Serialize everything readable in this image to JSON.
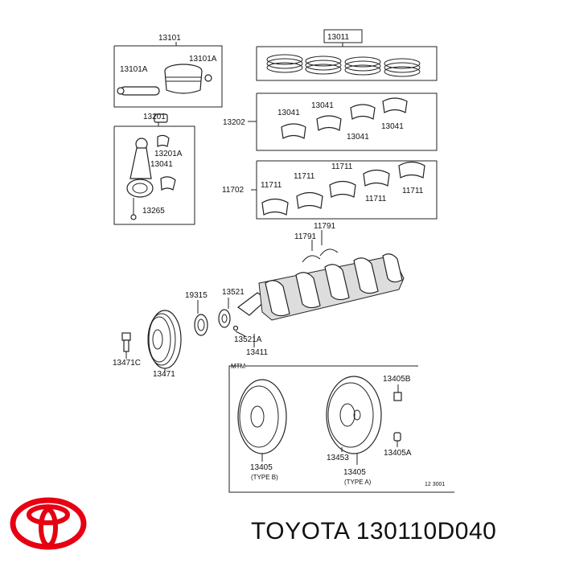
{
  "parts": {
    "p13011": "13011",
    "p13101": "13101",
    "p13101a_l": "13101A",
    "p13101a_r": "13101A",
    "p13201": "13201",
    "p13201a": "13201A",
    "p13041_rod": "13041",
    "p13265": "13265",
    "p13202": "13202",
    "p13041_a": "13041",
    "p13041_b": "13041",
    "p13041_c": "13041",
    "p13041_d": "13041",
    "p11702": "11702",
    "p11711_a": "11711",
    "p11711_b": "11711",
    "p11711_c": "11711",
    "p11711_d": "11711",
    "p11711_e": "11711",
    "p11791_a": "11791",
    "p11791_b": "11791",
    "p19315": "19315",
    "p13521": "13521",
    "p13521a": "13521A",
    "p13411": "13411",
    "p13471c": "13471C",
    "p13471": "13471",
    "mtm": "MTM",
    "p13405b": "13405B",
    "p13405a": "13405A",
    "p13453": "13453",
    "p13405_l": "13405",
    "p13405_r": "13405",
    "type_l": "(TYPE B)",
    "type_r": "(TYPE A)",
    "diagram_code": "12 3001"
  },
  "footer": {
    "brand": "TOYOTA",
    "part_number": "130110D040",
    "text": "TOYOTA 130110D040"
  },
  "colors": {
    "logo_red": "#e60012",
    "line": "#222222"
  }
}
